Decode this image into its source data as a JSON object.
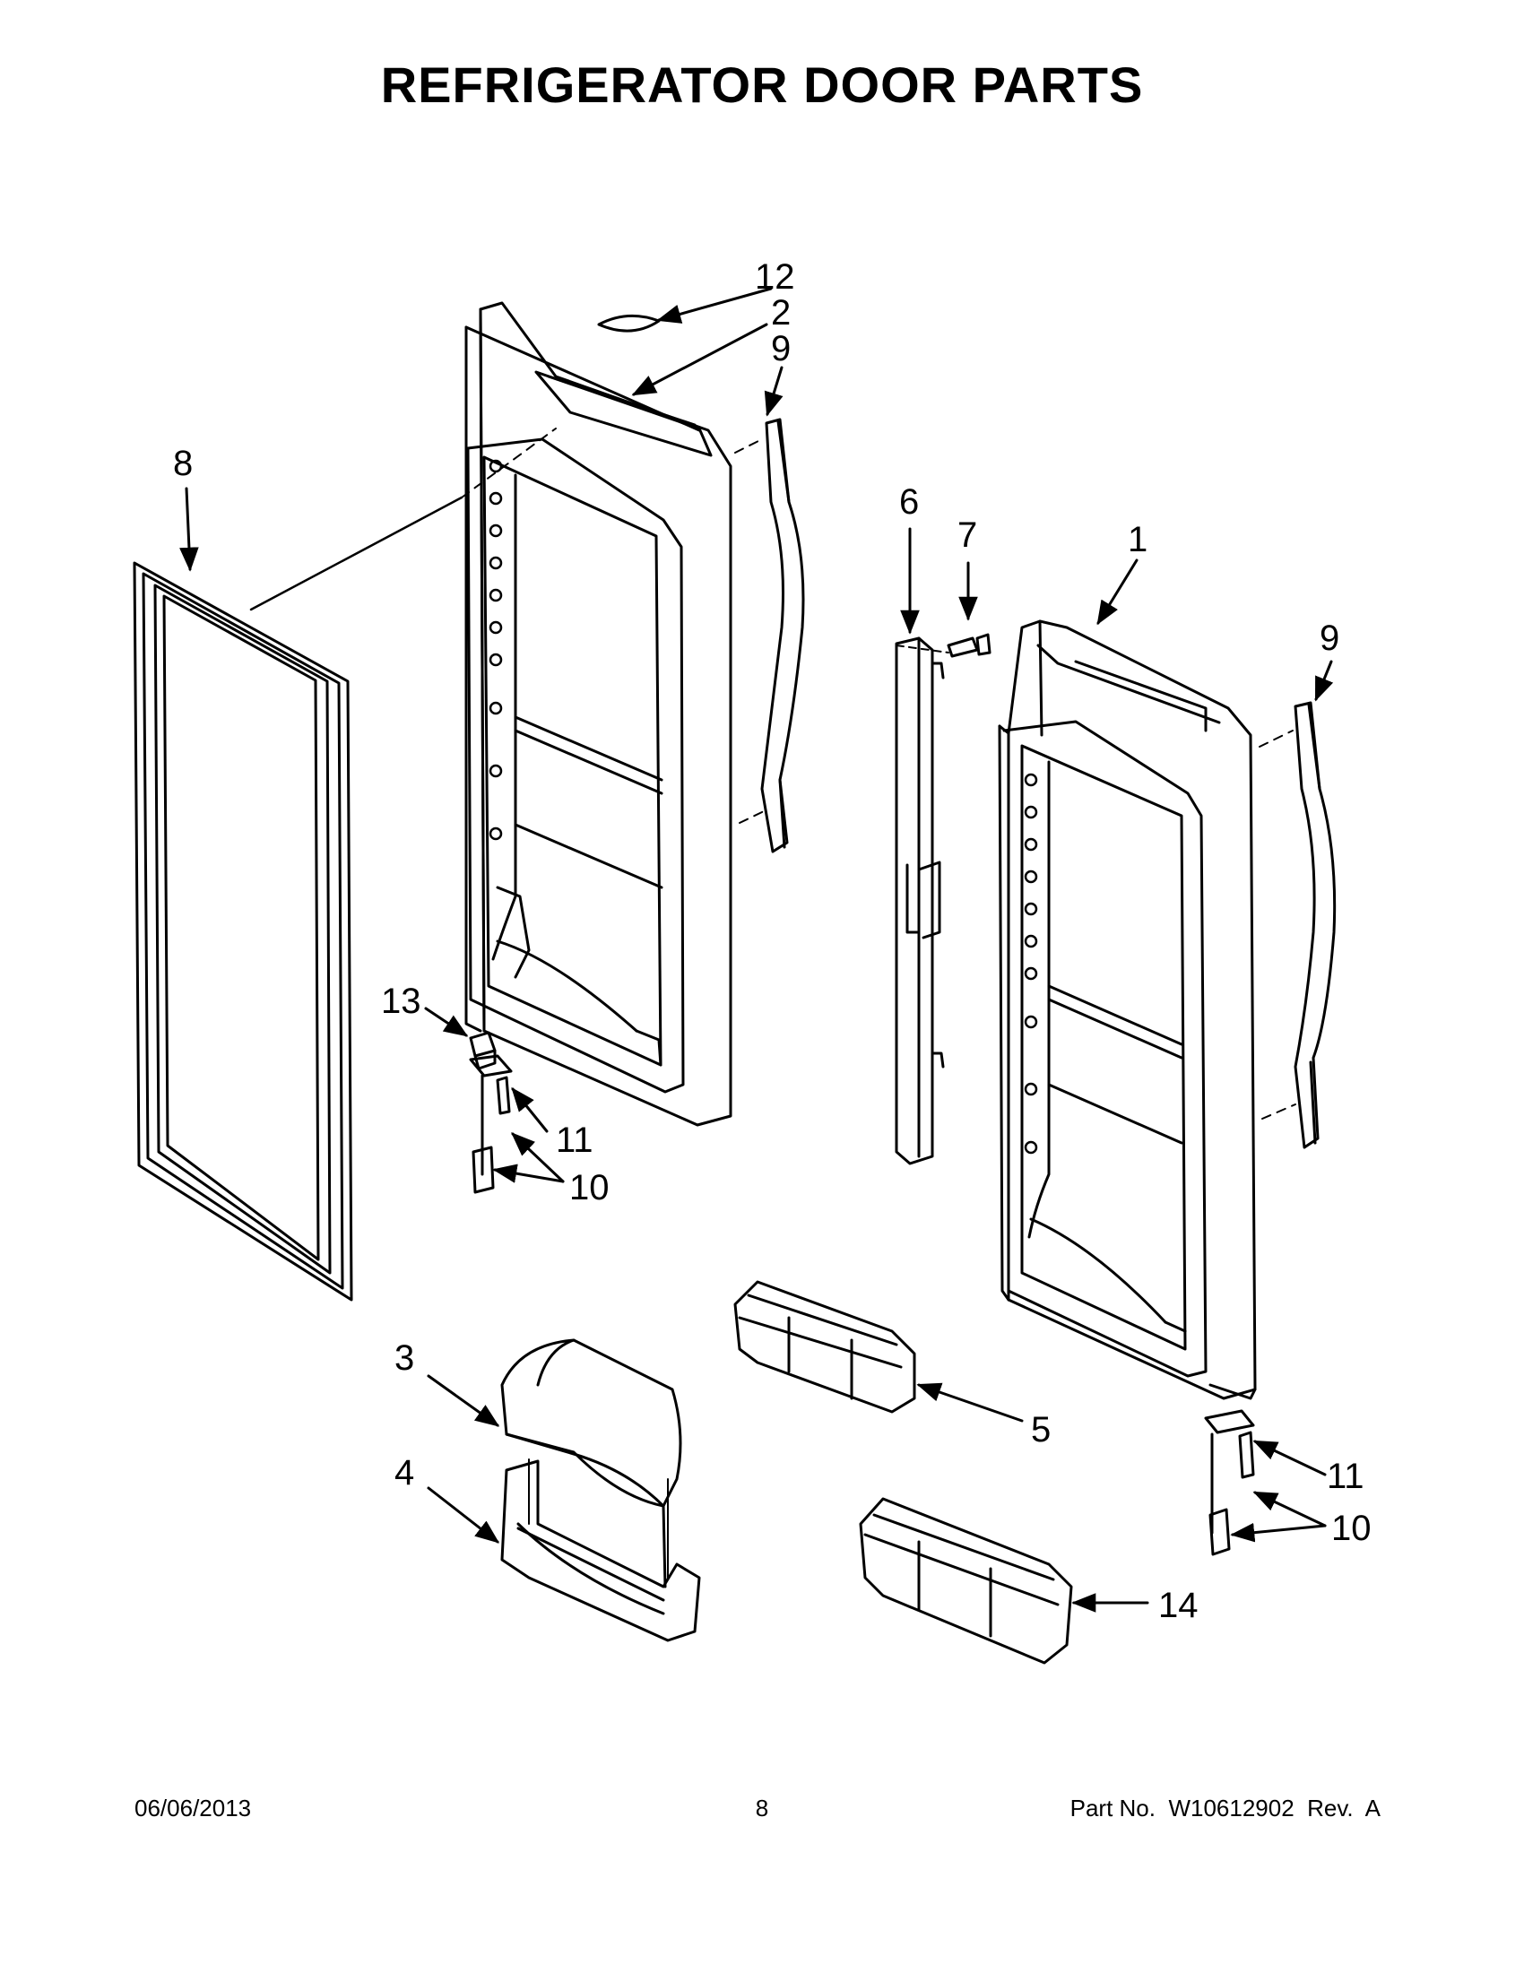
{
  "title": "REFRIGERATOR DOOR PARTS",
  "callouts": {
    "c1": "1",
    "c2": "2",
    "c3": "3",
    "c4": "4",
    "c5": "5",
    "c6": "6",
    "c7": "7",
    "c8": "8",
    "c9": "9",
    "c10": "10",
    "c11": "11",
    "c12": "12",
    "c13": "13",
    "c14": "14"
  },
  "footer": {
    "date": "06/06/2013",
    "page": "8",
    "part": "Part No.  W10612902  Rev.  A"
  }
}
